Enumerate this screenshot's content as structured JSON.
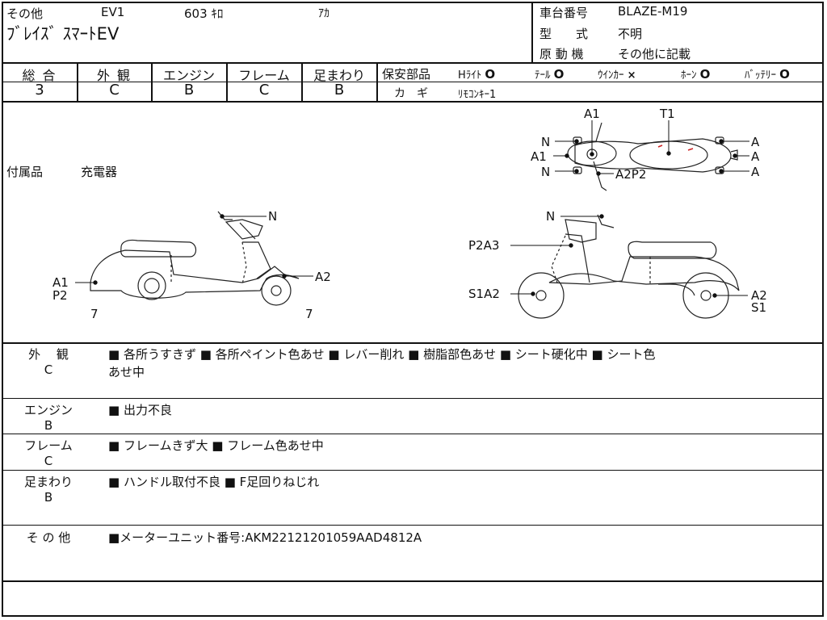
{
  "header": {
    "category": "その他",
    "model_code": "EV1",
    "mileage": "603 ｷﾛ",
    "color": "ｱｶ",
    "name": "ﾌﾞﾚｲｽﾞ ｽﾏｰﾄEV",
    "frame_no_label": "車台番号",
    "frame_no": "BLAZE-M19",
    "type_label": "型　　式",
    "type_value": "不明",
    "engine_label": "原 動 機",
    "engine_value": "その他に記載"
  },
  "scores": [
    {
      "label": "総 合",
      "value": "3"
    },
    {
      "label": "外 観",
      "value": "C"
    },
    {
      "label": "エンジン",
      "value": "B"
    },
    {
      "label": "フレーム",
      "value": "C"
    },
    {
      "label": "足まわり",
      "value": "B"
    }
  ],
  "safety": {
    "title": "保安部品",
    "items": [
      {
        "name": "Hﾗｲﾄ",
        "mark": "O"
      },
      {
        "name": "ﾃｰﾙ",
        "mark": "O"
      },
      {
        "name": "ｳｲﾝｶｰ",
        "mark": "×"
      },
      {
        "name": "ﾎｰﾝ",
        "mark": "O"
      },
      {
        "name": "ﾊﾞｯﾃﾘｰ",
        "mark": "O"
      }
    ],
    "key_label": "カ　ギ",
    "key_value": "ﾘﾓｺﾝｷｰ1"
  },
  "accessories": {
    "label": "付属品",
    "value": "充電器"
  },
  "diagram_labels": {
    "top": {
      "a1_top": "A1",
      "t1": "T1",
      "n_upper": "N",
      "a1_left": "A1",
      "n_lower": "N",
      "a2p2": "A2P2",
      "a_1": "A",
      "a_2": "A",
      "a_3": "A"
    },
    "left": {
      "n": "N",
      "a1": "A1",
      "p2": "P2",
      "a2": "A2",
      "seven_l": "7",
      "seven_r": "7"
    },
    "right": {
      "n": "N",
      "p2a3": "P2A3",
      "s1a2": "S1A2",
      "a2": "A2",
      "s1": "S1"
    }
  },
  "sections": [
    {
      "title": "外　 観",
      "grade": "C",
      "body": "■ 各所うすきず ■ 各所ペイント色あせ ■ レバー削れ ■ 樹脂部色あせ ■ シート硬化中 ■ シート色",
      "body2": "あせ中"
    },
    {
      "title": "エンジン",
      "grade": "B",
      "body": "■ 出力不良",
      "body2": ""
    },
    {
      "title": "フレーム",
      "grade": "C",
      "body": "■ フレームきず大 ■ フレーム色あせ中",
      "body2": ""
    },
    {
      "title": "足まわり",
      "grade": "B",
      "body": "■ ハンドル取付不良 ■ F足回りねじれ",
      "body2": ""
    },
    {
      "title": "そ の 他",
      "grade": "",
      "body": "■メーターユニット番号:AKM22121201059AAD4812A",
      "body2": ""
    }
  ]
}
